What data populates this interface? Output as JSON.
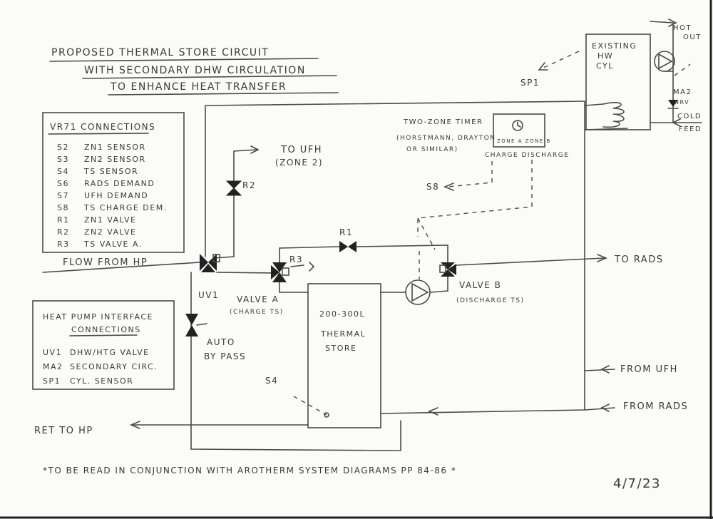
{
  "title": {
    "line1": "PROPOSED THERMAL STORE CIRCUIT",
    "line2": "WITH SECONDARY DHW CIRCULATION",
    "line3": "TO ENHANCE HEAT TRANSFER"
  },
  "vr71": {
    "heading": "VR71 CONNECTIONS",
    "rows": [
      {
        "code": "S2",
        "desc": "ZN1 SENSOR"
      },
      {
        "code": "S3",
        "desc": "ZN2 SENSOR"
      },
      {
        "code": "S4",
        "desc": "TS SENSOR"
      },
      {
        "code": "S6",
        "desc": "RADS DEMAND"
      },
      {
        "code": "S7",
        "desc": "UFH DEMAND"
      },
      {
        "code": "S8",
        "desc": "TS CHARGE DEM."
      },
      {
        "code": "R1",
        "desc": "ZN1 VALVE"
      },
      {
        "code": "R2",
        "desc": "ZN2 VALVE"
      },
      {
        "code": "R3",
        "desc": "TS VALVE A."
      }
    ]
  },
  "hp_interface": {
    "heading1": "HEAT PUMP INTERFACE",
    "heading2": "CONNECTIONS",
    "rows": [
      {
        "code": "UV1",
        "desc": "DHW/HTG VALVE"
      },
      {
        "code": "MA2",
        "desc": "SECONDARY CIRC."
      },
      {
        "code": "SP1",
        "desc": "CYL. SENSOR"
      }
    ]
  },
  "labels": {
    "flow_from_hp": "FLOW FROM HP",
    "ret_to_hp": "RET TO HP",
    "to_ufh": "TO UFH",
    "zone2": "(ZONE 2)",
    "to_rads": "TO RADS",
    "from_ufh": "FROM UFH",
    "from_rads": "FROM RADS",
    "r1": "R1",
    "r2": "R2",
    "r3": "R3",
    "uv1": "UV1",
    "valve_a": "VALVE A",
    "valve_a_sub": "(CHARGE TS)",
    "valve_b": "VALVE B",
    "valve_b_sub": "(DISCHARGE TS)",
    "auto": "AUTO",
    "bypass": "BY PASS",
    "s4": "S4",
    "s8": "S8",
    "sp1": "SP1",
    "ts_size": "200-300L",
    "ts_line1": "THERMAL",
    "ts_line2": "STORE",
    "cyl_line1": "EXISTING",
    "cyl_line2": "HW",
    "cyl_line3": "CYL",
    "hot_out1": "HOT",
    "hot_out2": "OUT",
    "cold_feed1": "COLD",
    "cold_feed2": "FEED",
    "ma2": "MA2",
    "nrv": "NRV",
    "timer1": "TWO-ZONE TIMER",
    "timer2": "(HORSTMANN, DRAYTON",
    "timer3": "OR SIMILAR)",
    "timer_face": "ZONE A  ZONE B",
    "charge_discharge": "CHARGE  DISCHARGE"
  },
  "footnote": "*TO BE READ IN CONJUNCTION WITH AROTHERM SYSTEM DIAGRAMS PP 84-86 *",
  "date": "4/7/23"
}
